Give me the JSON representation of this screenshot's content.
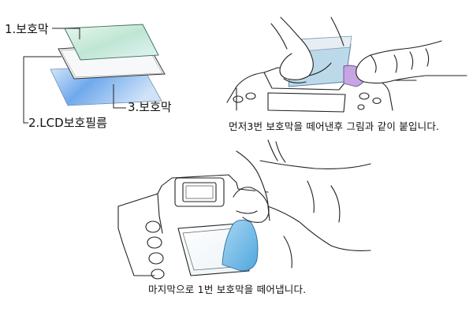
{
  "labels": {
    "layer1": "1.보호막",
    "layer2": "2.LCD보호필름",
    "layer3": "3.보호막"
  },
  "captions": {
    "step1": "먼저3번 보호막을 떼어낸후 그림과 같이 붙입니다.",
    "step2": "마지막으로 1번 보호막을 떼어냅니다."
  },
  "colors": {
    "line": "#2a2a2a",
    "film_green": "#cfeedd",
    "film_white": "#f2f6f8",
    "film_blue": "#7fb6ee",
    "film_teal": "#7cc3e6"
  }
}
